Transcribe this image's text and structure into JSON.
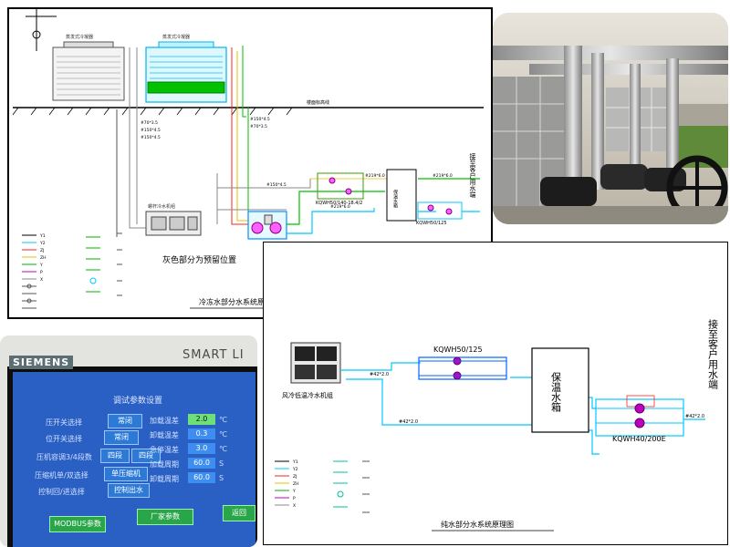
{
  "top_diagram": {
    "title": "冷冻水部分水系统原理图",
    "note": "灰色部分为预留位置",
    "unit1_label": "蒸发式冷凝器",
    "unit2_label": "蒸发式冷凝器",
    "roof_label": "楼面标高线",
    "small_unit_label": "螺杆冷水机组",
    "pump_group_label": "KQWH50/125",
    "pump_group2_label": "KQWH50/140-18.4/2",
    "tank_label": "保温水箱",
    "side_label": "接至客户用水端",
    "pipe_labels": [
      "#70*3.5",
      "#150*4.5",
      "#150*4.5",
      "#150*4.5",
      "#70*3.5",
      "#150*4.5",
      "#219*6.0",
      "#219*6.0",
      "#219*6.0"
    ]
  },
  "bottom_diagram": {
    "title": "纯水部分水系统原理图",
    "unit_label": "风冷低温冷水机组",
    "pump_group_label": "KQWH50/125",
    "pump_group2_label": "KQWH40/200E",
    "tank_label": "保温水箱",
    "side_label": "接至客户用水端",
    "pipe_labels": [
      "#42*2.0",
      "#42*2.0",
      "#42*2.0"
    ]
  },
  "legend_items": [
    "Y1",
    "Y2",
    "ZJ",
    "ZH",
    "Y",
    "P",
    "X"
  ],
  "hmi": {
    "brand": "SIEMENS",
    "model": "SMART LI",
    "screen_title": "调试参数设置",
    "rows": [
      {
        "label": "压开关选择",
        "button": "常闭"
      },
      {
        "label": "位开关选择",
        "button": "常闭"
      },
      {
        "label": "压机容调3/4段数",
        "button": "四段",
        "button2": "四段"
      },
      {
        "label": "压缩机单/双选择",
        "button": "单压缩机"
      },
      {
        "label": "控制回/进选择",
        "button": "控制出水"
      }
    ],
    "params": [
      {
        "label": "加载温差",
        "value": "2.0",
        "unit": "℃"
      },
      {
        "label": "卸载温差",
        "value": "0.3",
        "unit": "℃"
      },
      {
        "label": "急停温差",
        "value": "3.0",
        "unit": "℃"
      },
      {
        "label": "加载周期",
        "value": "60.0",
        "unit": "S"
      },
      {
        "label": "卸载周期",
        "value": "60.0",
        "unit": "S"
      }
    ],
    "footer_buttons": [
      "MODBUS参数",
      "厂家参数",
      "返回"
    ]
  },
  "colors": {
    "pipe_cyan": "#00c8ff",
    "pipe_red": "#ff2020",
    "pipe_green": "#00b000",
    "pipe_yellow": "#e0c000",
    "pipe_gray": "#888888",
    "pump_magenta": "#c000c0",
    "hmi_screen": "#1e50c8",
    "hmi_button": "#2c7ad6"
  }
}
